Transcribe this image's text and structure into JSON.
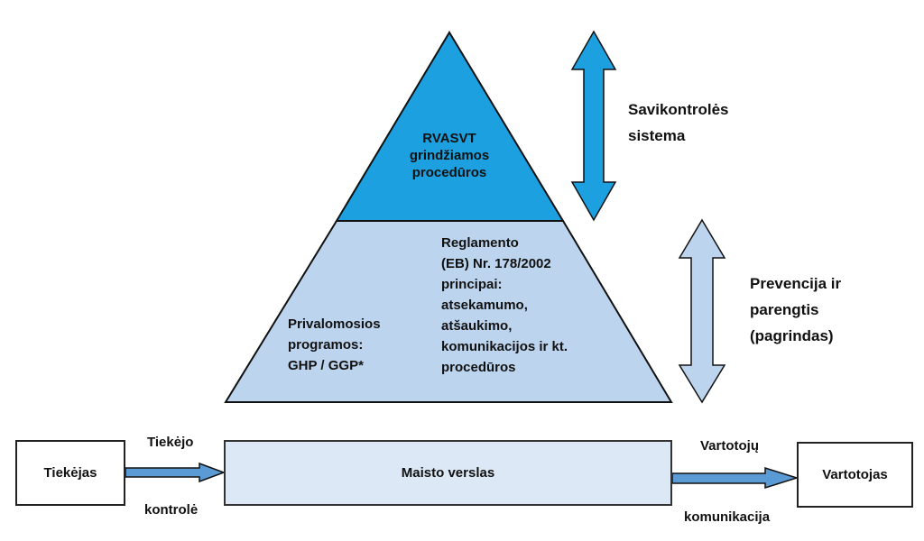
{
  "colors": {
    "top_tier": "#1ca0e0",
    "base_tier": "#bdd4ee",
    "business_box": "#dce8f5",
    "flow_arrow": "#5b9bd5",
    "outline": "#111111"
  },
  "pyramid": {
    "top": {
      "lines": [
        "RVASVT",
        "grindžiamos",
        "procedūros"
      ]
    },
    "base": {
      "left_lines": [
        "Privalomosios",
        "programos:",
        "GHP / GGP*"
      ],
      "right_lines": [
        "Reglamento",
        "(EB) Nr. 178/2002",
        "principai:",
        "atsekamumo,",
        "atšaukimo,",
        "komunikacijos ir kt.",
        "procedūros"
      ]
    }
  },
  "side_labels": {
    "self_control": [
      "Savikontrolės",
      "sistema"
    ],
    "prevention": [
      "Prevencija ir",
      "parengtis",
      "(pagrindas)"
    ]
  },
  "flow": {
    "supplier": "Tiekėjas",
    "business": "Maisto verslas",
    "consumer": "Vartotojas",
    "supplier_arrow_top": "Tiekėjo",
    "supplier_arrow_bottom": "kontrolė",
    "consumer_arrow_top": "Vartotojų",
    "consumer_arrow_bottom": "komunikacija"
  }
}
